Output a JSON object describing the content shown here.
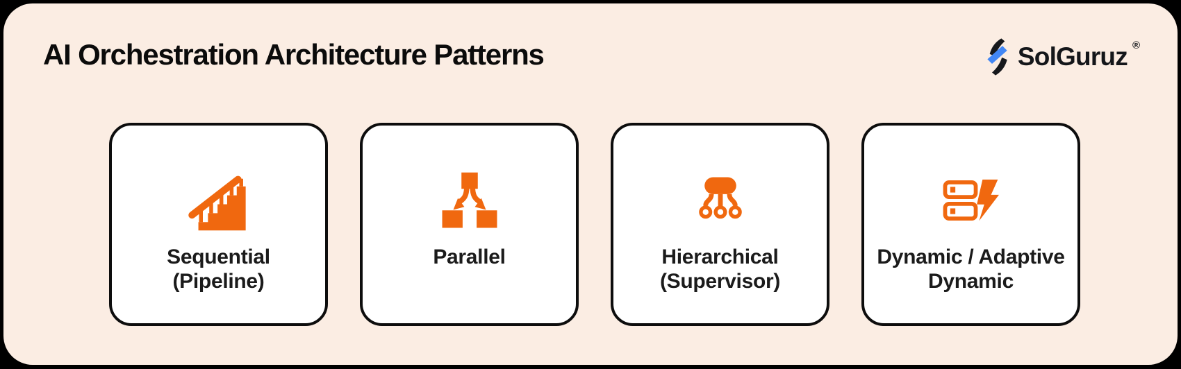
{
  "page": {
    "title": "AI Orchestration Architecture Patterns"
  },
  "logo": {
    "text": "SolGuruz",
    "registered_mark": "®",
    "icon": "solguruz-lightning-icon"
  },
  "cards": [
    {
      "icon": "stairs-icon",
      "line1": "Sequential",
      "line2": "(Pipeline)"
    },
    {
      "icon": "flow-split-icon",
      "line1": "Parallel",
      "line2": ""
    },
    {
      "icon": "supervisor-hub-icon",
      "line1": "Hierarchical",
      "line2": "(Supervisor)"
    },
    {
      "icon": "server-lightning-icon",
      "line1": "Dynamic / Adaptive",
      "line2": "Dynamic"
    }
  ],
  "colors": {
    "canvas": "#000000",
    "panel_bg": "#FBEDE3",
    "card_bg": "#FFFFFF",
    "card_border": "#0D0D0D",
    "icon_orange": "#F0680F",
    "title_text": "#0B0B0B",
    "label_text": "#1B1B1B",
    "logo_text": "#14161A",
    "logo_blue": "#4287F5",
    "logo_black": "#16181C"
  }
}
